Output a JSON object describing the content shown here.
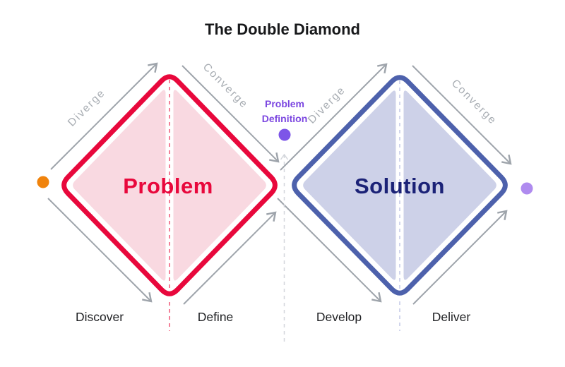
{
  "title": "The Double Diamond",
  "colors": {
    "background": "#FFFFFF",
    "title_text": "#17181A",
    "arrow": "#9EA4AB",
    "flow_label": "#A8ADB3",
    "phase_label": "#1F2023",
    "mid_dashed_line": "#D3D6DB"
  },
  "diamonds": [
    {
      "id": "problem",
      "label": "Problem",
      "border_color": "#E8083C",
      "fill_color": "#F9D9E1",
      "label_color": "#E8083C",
      "dash_color": "#F0617F",
      "diverge_label": "Diverge",
      "converge_label": "Converge",
      "phases": [
        "Discover",
        "Define"
      ]
    },
    {
      "id": "solution",
      "label": "Solution",
      "border_color": "#4D61AC",
      "fill_color": "#CDD1E8",
      "label_color": "#1B2277",
      "dash_color": "#C6CBE7",
      "diverge_label": "Diverge",
      "converge_label": "Converge",
      "phases": [
        "Develop",
        "Deliver"
      ]
    }
  ],
  "annotation": {
    "label": "Problem Definition",
    "lines": [
      "Problem",
      "Definition"
    ],
    "text_color": "#7B46E0",
    "dot_color": "#7D55E8"
  },
  "dots": [
    {
      "id": "start-dot",
      "color": "#F0830C"
    },
    {
      "id": "problem-definition-dot",
      "color": "#7D55E8"
    },
    {
      "id": "end-dot",
      "color": "#AF8BEF"
    }
  ]
}
